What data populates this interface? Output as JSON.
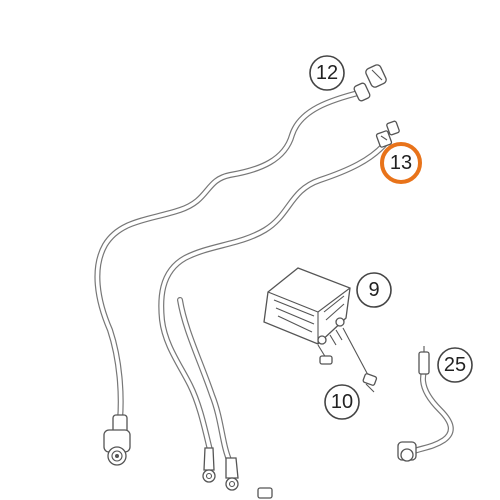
{
  "diagram": {
    "callouts": [
      {
        "id": "part-12",
        "label": "12",
        "highlighted": false
      },
      {
        "id": "part-13",
        "label": "13",
        "highlighted": true
      },
      {
        "id": "part-9",
        "label": "9",
        "highlighted": false
      },
      {
        "id": "part-25",
        "label": "25",
        "highlighted": false
      },
      {
        "id": "part-10",
        "label": "10",
        "highlighted": false
      }
    ],
    "colors": {
      "highlight_ring": "#e8731a",
      "line_art": "#555555",
      "background": "#ffffff"
    }
  }
}
